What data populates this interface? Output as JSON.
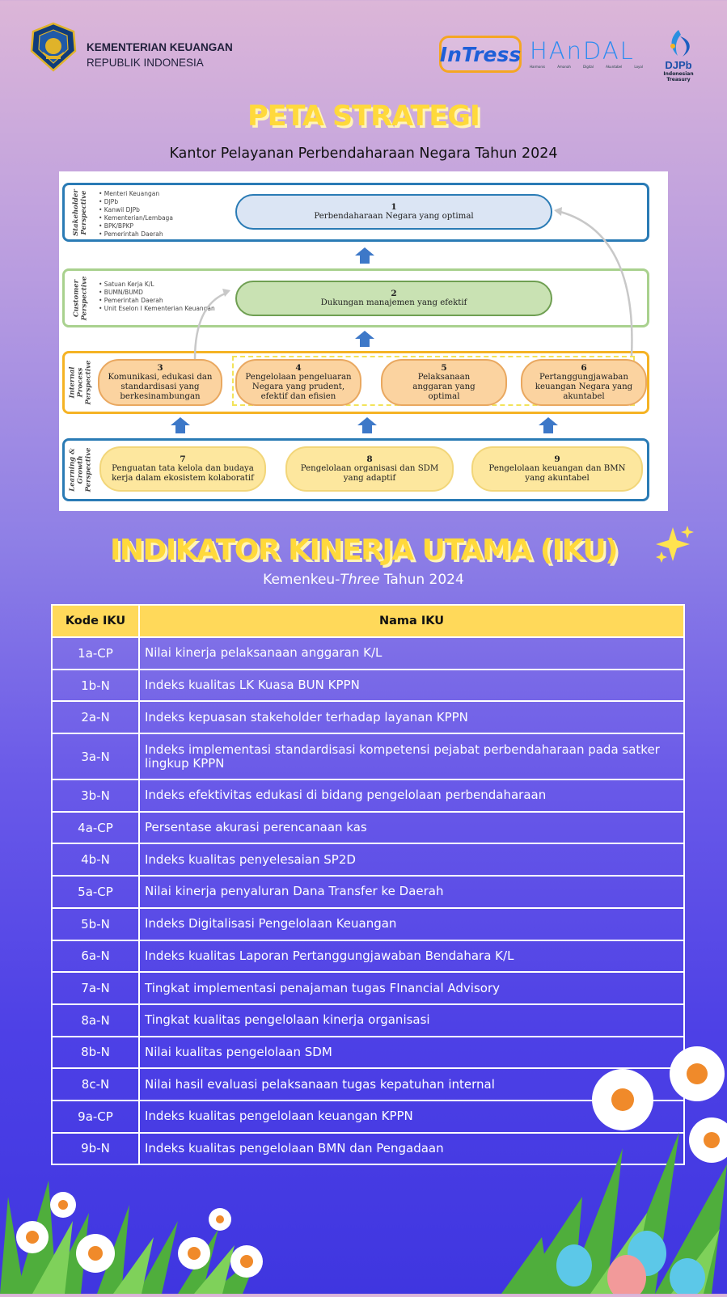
{
  "header": {
    "ministry_line1": "KEMENTERIAN KEUANGAN",
    "ministry_line2": "REPUBLIK INDONESIA",
    "intress_logo_text": "InTress",
    "handal_logo_text": "HAnDAL",
    "handal_tagline": [
      "Harmonis",
      "Amanah",
      "Digital",
      "Akuntabel",
      "Loyal"
    ],
    "djpb_logo_text": "DJPb",
    "djpb_logo_sub": "Indonesian Treasury"
  },
  "peta": {
    "title": "PETA STRATEGI",
    "subtitle": "Kantor Pelayanan Perbendaharaan Negara Tahun 2024"
  },
  "strategy_map": {
    "perspectives": {
      "stakeholder": "Stakeholder Perspective",
      "customer": "Customer Perspective",
      "internal": "Internal Process Perspective",
      "learning": "Learning & Growth Perspective"
    },
    "stakeholder_list": [
      "• Menteri Keuangan",
      "• DJPb",
      "• Kanwil DJPb",
      "• Kementerian/Lembaga",
      "• BPK/BPKP",
      "• Pemerintah Daerah"
    ],
    "customer_list": [
      "• Satuan Kerja K/L",
      "• BUMN/BUMD",
      "• Pemerintah Daerah",
      "• Unit Eselon I Kementerian Keuangan"
    ],
    "nodes": [
      {
        "num": "1",
        "text": "Perbendaharaan Negara yang optimal"
      },
      {
        "num": "2",
        "text": "Dukungan manajemen yang efektif"
      },
      {
        "num": "3",
        "text": "Komunikasi, edukasi dan standardisasi yang berkesinambungan"
      },
      {
        "num": "4",
        "text": "Pengelolaan pengeluaran Negara yang prudent, efektif dan efisien"
      },
      {
        "num": "5",
        "text": "Pelaksanaan anggaran yang optimal"
      },
      {
        "num": "6",
        "text": "Pertanggungjawaban keuangan Negara yang akuntabel"
      },
      {
        "num": "7",
        "text": "Penguatan tata kelola dan budaya kerja dalam ekosistem kolaboratif"
      },
      {
        "num": "8",
        "text": "Pengelolaan organisasi dan SDM yang adaptif"
      },
      {
        "num": "9",
        "text": "Pengelolaan keuangan dan BMN yang akuntabel"
      }
    ],
    "colors": {
      "stakeholder_border": "#2a7bb5",
      "customer_border": "#a9d18e",
      "internal_border": "#f5b324",
      "learning_border": "#2a7bb5",
      "node1_fill": "#dbe5f4",
      "node2_fill": "#c9e2b3",
      "orange_fill": "#fbd3a0",
      "yellow_fill": "#fde79e",
      "arrow": "#3d78c8"
    }
  },
  "iku": {
    "title": "INDIKATOR KINERJA UTAMA (IKU)",
    "subtitle_prefix": "Kemenkeu-",
    "subtitle_italic": "Three",
    "subtitle_suffix": " Tahun 2024",
    "col_code": "Kode IKU",
    "col_name": "Nama IKU",
    "rows": [
      {
        "code": "1a-CP",
        "name": "Nilai kinerja pelaksanaan anggaran K/L"
      },
      {
        "code": "1b-N",
        "name": "Indeks kualitas LK Kuasa BUN KPPN"
      },
      {
        "code": "2a-N",
        "name": "Indeks kepuasan stakeholder terhadap layanan KPPN"
      },
      {
        "code": "3a-N",
        "name": "Indeks implementasi standardisasi kompetensi pejabat perbendaharaan pada satker lingkup KPPN"
      },
      {
        "code": "3b-N",
        "name": "Indeks efektivitas edukasi di bidang pengelolaan perbendaharaan"
      },
      {
        "code": "4a-CP",
        "name": "Persentase akurasi perencanaan kas"
      },
      {
        "code": "4b-N",
        "name": "Indeks kualitas penyelesaian SP2D"
      },
      {
        "code": "5a-CP",
        "name": "Nilai kinerja penyaluran Dana Transfer ke Daerah"
      },
      {
        "code": "5b-N",
        "name": "Indeks Digitalisasi Pengelolaan Keuangan"
      },
      {
        "code": "6a-N",
        "name": "Indeks kualitas Laporan Pertanggungjawaban Bendahara K/L"
      },
      {
        "code": "7a-N",
        "name": "Tingkat implementasi penajaman tugas FInancial Advisory"
      },
      {
        "code": "8a-N",
        "name": "Tingkat kualitas pengelolaan kinerja organisasi"
      },
      {
        "code": "8b-N",
        "name": "Nilai kualitas pengelolaan SDM"
      },
      {
        "code": "8c-N",
        "name": "Nilai hasil evaluasi pelaksanaan tugas kepatuhan internal"
      },
      {
        "code": "9a-CP",
        "name": "Indeks kualitas pengelolaan keuangan KPPN"
      },
      {
        "code": "9b-N",
        "name": "Indeks kualitas pengelolaan BMN dan Pengadaan"
      }
    ]
  },
  "icons": [
    "kemenkeu-emblem-icon",
    "sparkle-icon",
    "flower-icon"
  ]
}
